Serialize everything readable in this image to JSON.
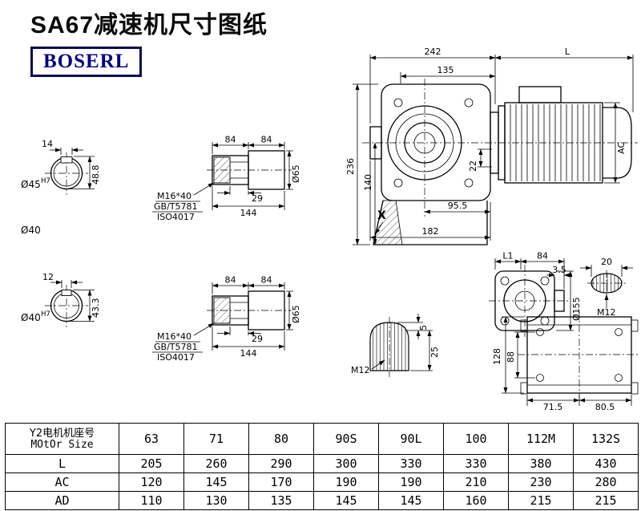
{
  "page": {
    "title": "SA67减速机尺寸图纸",
    "logo_text": "BOSERL",
    "line_color": "#000000",
    "logo_color": "#000080"
  },
  "views": {
    "shaft_end_top": {
      "dim_width": "14",
      "dim_height": "48.8",
      "bore": "Ø45",
      "tol": "H7"
    },
    "shaft_mid_label": "Ø40",
    "shaft_end_bottom": {
      "dim_width": "12",
      "dim_height": "43.3",
      "bore": "Ø40",
      "tol": "H7"
    },
    "shaft_side_top": {
      "seg1": "84",
      "seg2": "84",
      "key_len": "29",
      "total": "144",
      "dia": "Ø65",
      "bolt": "M16*40",
      "std_gb": "GB/T5781",
      "std_iso": "ISO4017"
    },
    "shaft_side_bottom": {
      "seg1": "84",
      "seg2": "84",
      "key_len": "29",
      "total": "144",
      "dia": "Ø65",
      "bolt": "M16*40",
      "std_gb": "GB/T5781",
      "std_iso": "ISO4017"
    },
    "main": {
      "w242": "242",
      "w135": "135",
      "L": "L",
      "h236": "236",
      "h140": "140",
      "d22": "22",
      "d95": "95.5",
      "d182": "182",
      "X": "X",
      "AC": "AC"
    },
    "side": {
      "L1": "L1",
      "d84": "84",
      "d35": "3.5",
      "d20": "20",
      "flange": "Ø155",
      "thread": "M12"
    },
    "keysec": {
      "d5": "5",
      "d25": "25",
      "thread": "M12"
    },
    "foot": {
      "d128": "128",
      "d88": "88",
      "d715": "71.5",
      "d805": "80.5"
    }
  },
  "table": {
    "header": {
      "label_cn": "Y2电机机座号",
      "label_en": "MOtOr Size",
      "values": [
        "63",
        "71",
        "80",
        "90S",
        "90L",
        "100",
        "112M",
        "132S"
      ]
    },
    "rows": [
      {
        "label": "L",
        "values": [
          "205",
          "260",
          "290",
          "300",
          "330",
          "330",
          "380",
          "430"
        ]
      },
      {
        "label": "AC",
        "values": [
          "120",
          "145",
          "170",
          "190",
          "190",
          "210",
          "230",
          "280"
        ]
      },
      {
        "label": "AD",
        "values": [
          "110",
          "130",
          "135",
          "145",
          "145",
          "160",
          "215",
          "215"
        ]
      }
    ]
  }
}
